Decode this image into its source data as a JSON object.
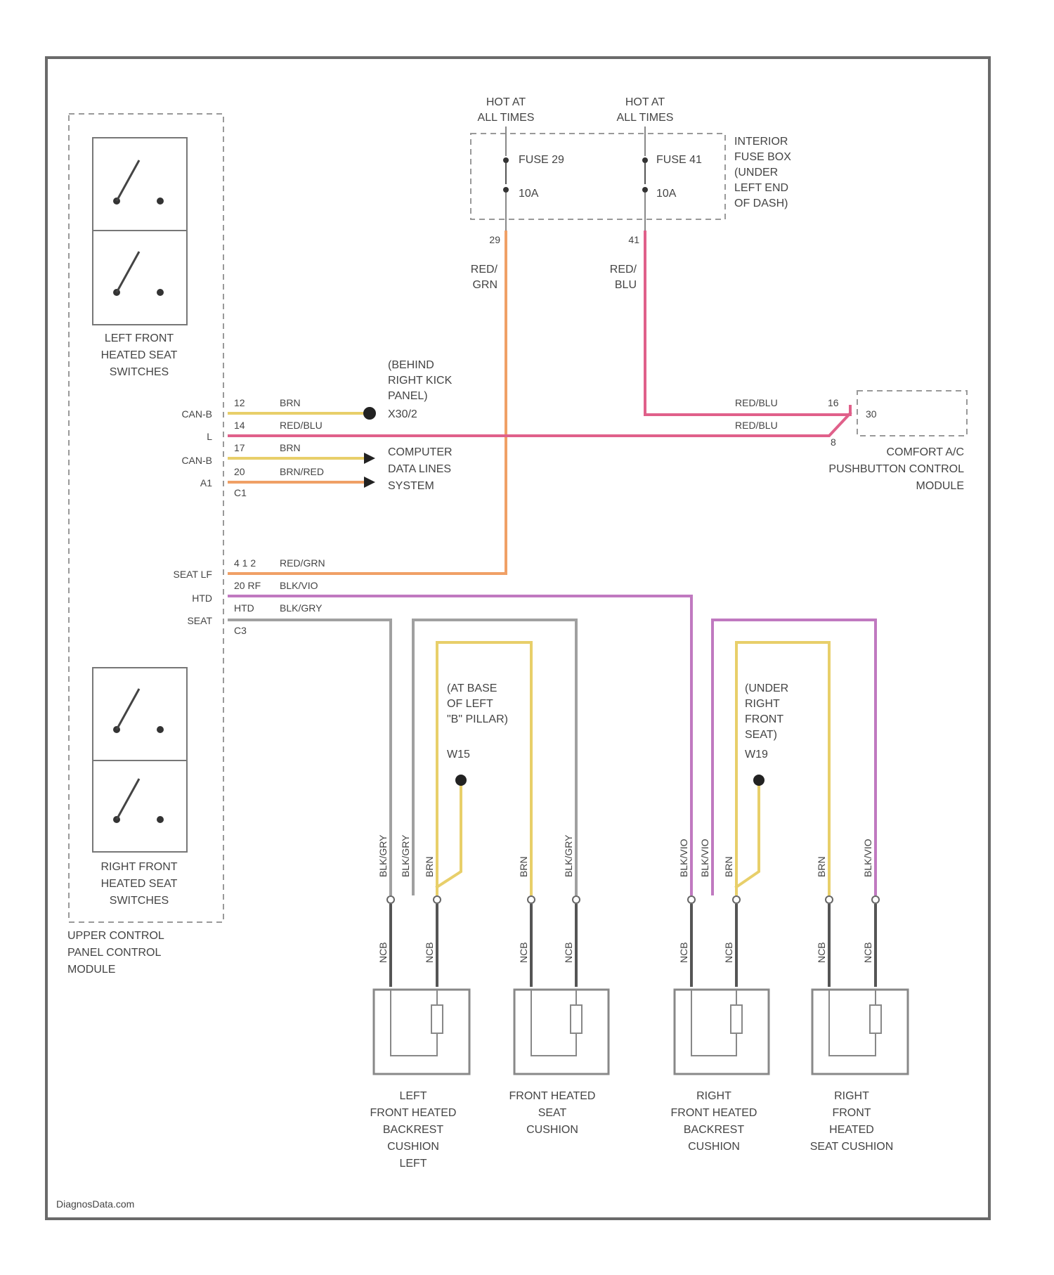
{
  "colors": {
    "orange": "#f0a066",
    "pink": "#e0608a",
    "yellow": "#e8cf6a",
    "gray": "#a0a0a0",
    "violet": "#c079c0",
    "outline": "#6a6a6a"
  },
  "power": {
    "hot1": [
      "HOT AT",
      "ALL TIMES"
    ],
    "hot2": [
      "HOT AT",
      "ALL TIMES"
    ],
    "fuse1": {
      "name": "FUSE 29",
      "rating": "10A",
      "pin": "29",
      "wire": [
        "RED/",
        "GRN"
      ]
    },
    "fuse2": {
      "name": "FUSE 41",
      "rating": "10A",
      "pin": "41",
      "wire": [
        "RED/",
        "BLU"
      ]
    },
    "fusebox": [
      "INTERIOR",
      "FUSE BOX",
      "(UNDER",
      "LEFT END",
      "OF DASH)"
    ]
  },
  "modules": {
    "left_switches": [
      "LEFT FRONT",
      "HEATED SEAT",
      "SWITCHES"
    ],
    "right_switches": [
      "RIGHT FRONT",
      "HEATED SEAT",
      "SWITCHES"
    ],
    "upper_module": [
      "UPPER CONTROL",
      "PANEL CONTROL",
      "MODULE"
    ],
    "comfort_module": [
      "COMFORT A/C",
      "PUSHBUTTON CONTROL",
      "MODULE"
    ],
    "comfort_pin": "30"
  },
  "connectors": {
    "pins": [
      {
        "label": "CAN-B",
        "pin": "12",
        "wire": "BRN"
      },
      {
        "label": "L",
        "pin": "14",
        "wire": "RED/BLU"
      },
      {
        "label": "CAN-B",
        "pin": "17",
        "wire": "BRN"
      },
      {
        "label": "A1",
        "pin": "20",
        "wire": "BRN/RED"
      },
      {
        "label": "",
        "pin": "C1",
        "wire": ""
      },
      {
        "label": "SEAT LF",
        "pin": "4 1 2",
        "wire": "RED/GRN"
      },
      {
        "label": "",
        "pin": "20 RF",
        "wire": "BLK/VIO"
      },
      {
        "label": "HTD",
        "pin": "HTD",
        "wire": "BLK/GRY"
      },
      {
        "label": "SEAT",
        "pin": "C3",
        "wire": ""
      }
    ],
    "comfort_wires": [
      {
        "wire": "RED/BLU",
        "pin": "16"
      },
      {
        "wire": "RED/BLU",
        "pin": "8"
      }
    ],
    "splice": [
      "(BEHIND",
      "RIGHT KICK",
      "PANEL)",
      "X30/2"
    ],
    "data_lines": [
      "COMPUTER",
      "DATA LINES",
      "SYSTEM"
    ]
  },
  "grounds": {
    "left": {
      "text": [
        "(AT BASE",
        "OF LEFT",
        "\"B\" PILLAR)"
      ],
      "id": "W15"
    },
    "right": {
      "text": [
        "(UNDER",
        "RIGHT",
        "FRONT",
        "SEAT)",
        "W19"
      ]
    }
  },
  "seat_wires": {
    "vertical": [
      "BLK/GRY",
      "BLK/GRY",
      "BRN",
      "BRN",
      "BRN",
      "BLK/GRY",
      "BLK/VIO",
      "BLK/VIO",
      "BRN",
      "BRN",
      "BRN",
      "BLK/VIO"
    ],
    "ncb": [
      "NCB",
      "NCB",
      "NCB",
      "NCB",
      "NCB",
      "NCB",
      "NCB",
      "NCB"
    ]
  },
  "heaters": [
    [
      "LEFT",
      "FRONT HEATED",
      "BACKREST",
      "CUSHION",
      "LEFT"
    ],
    [
      "FRONT HEATED",
      "SEAT",
      "CUSHION"
    ],
    [
      "RIGHT",
      "FRONT HEATED",
      "BACKREST",
      "CUSHION"
    ],
    [
      "RIGHT",
      "FRONT",
      "HEATED",
      "SEAT CUSHION"
    ]
  ],
  "footer": "DiagnosData.com"
}
